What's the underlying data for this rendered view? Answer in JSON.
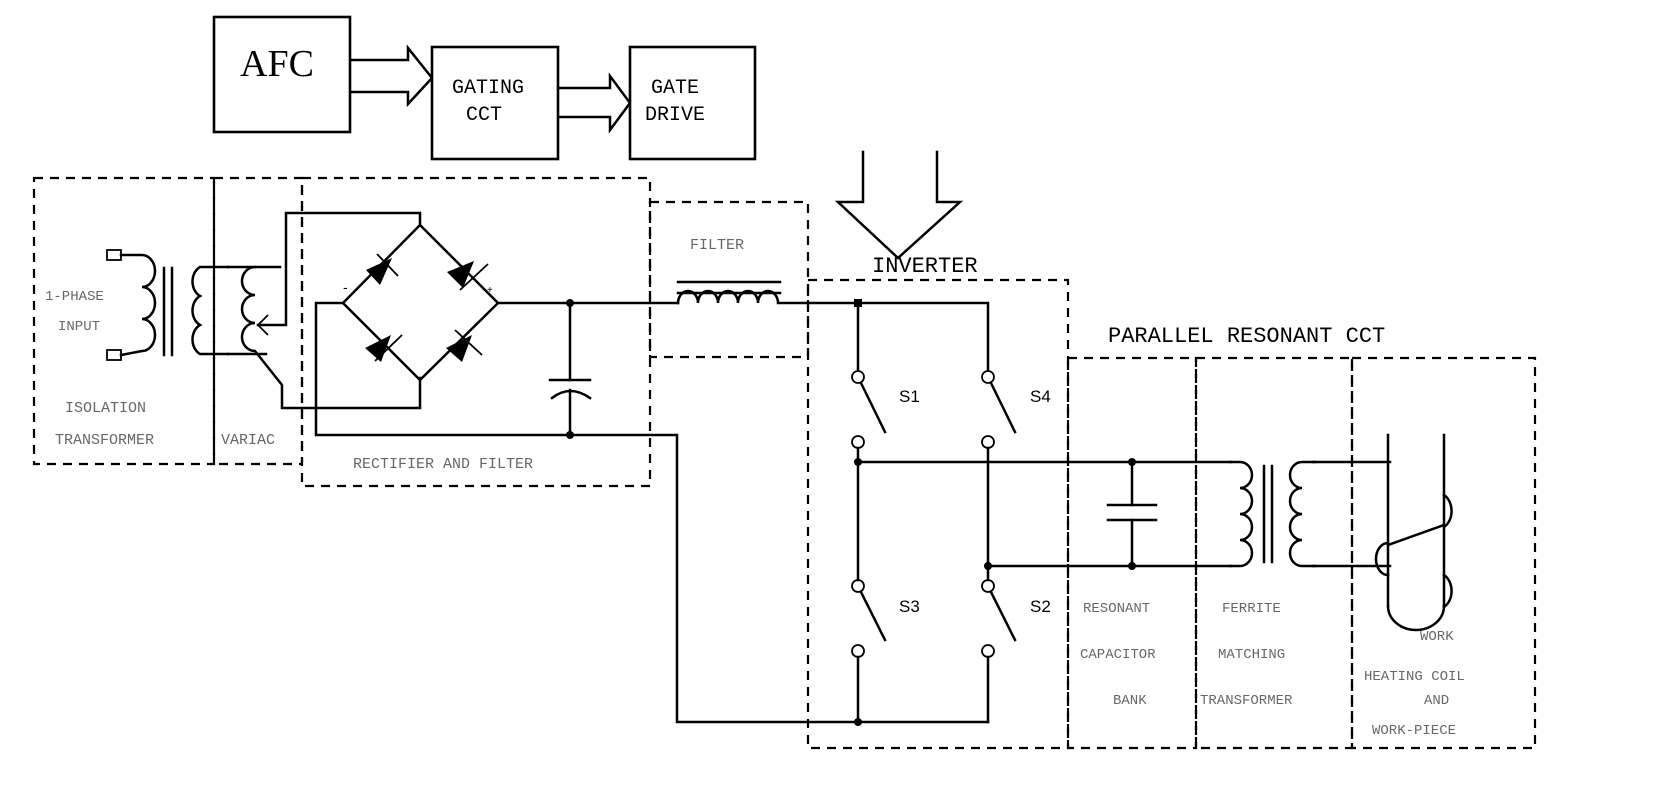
{
  "title": "Parallel resonant induction heating system block diagram",
  "blocks": {
    "afc": "AFC",
    "gating_line1": "GATING",
    "gating_line2": "CCT",
    "gate_drive_line1": "GATE",
    "gate_drive_line2": "DRIVE"
  },
  "sections": {
    "isolation_transformer_line1": "ISOLATION",
    "isolation_transformer_line2": "TRANSFORMER",
    "input_line1": "1-PHASE",
    "input_line2": "INPUT",
    "variac": "VARIAC",
    "rectifier_filter": "RECTIFIER AND FILTER",
    "filter": "FILTER",
    "inverter": "INVERTER",
    "parallel_resonant": "PARALLEL RESONANT CCT",
    "resonant_cap_line1": "RESONANT",
    "resonant_cap_line2": "CAPACITOR",
    "resonant_cap_line3": "BANK",
    "ferrite_line1": "FERRITE",
    "ferrite_line2": "MATCHING",
    "ferrite_line3": "TRANSFORMER",
    "work_line1": "WORK",
    "work_line2": "HEATING COIL",
    "work_line3": "AND",
    "work_line4": "WORK-PIECE"
  },
  "switches": {
    "s1": "S1",
    "s2": "S2",
    "s3": "S3",
    "s4": "S4"
  },
  "bridge_polarity": {
    "minus": "-",
    "plus": "+"
  }
}
